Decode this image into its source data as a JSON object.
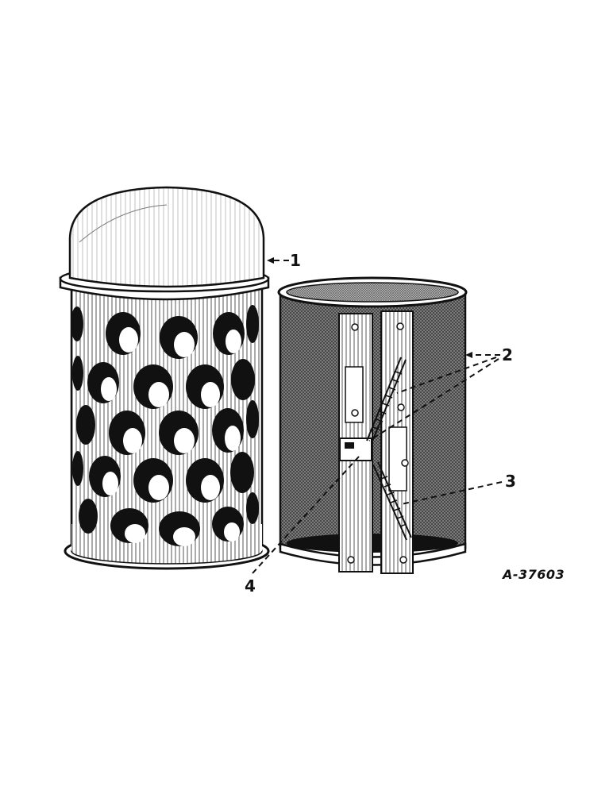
{
  "figure": {
    "identifier": "A-37603",
    "callouts": [
      {
        "label": "1"
      },
      {
        "label": "2"
      },
      {
        "label": "3"
      },
      {
        "label": "4"
      }
    ]
  },
  "colors": {
    "ink": "#111111",
    "paper": "#ffffff",
    "mesh": "#6a6a6a"
  }
}
